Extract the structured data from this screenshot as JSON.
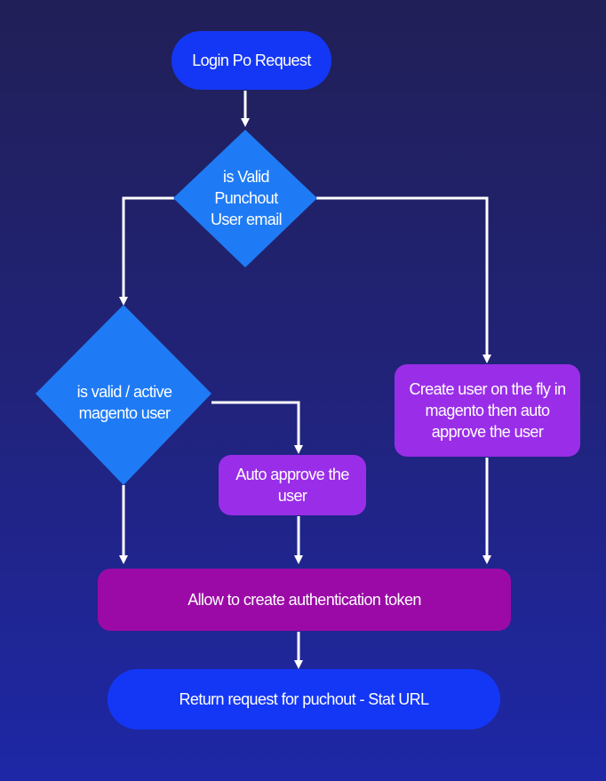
{
  "colors": {
    "background_top": "#211f57",
    "background_bottom": "#1e27a6",
    "start_end": "#1437f5",
    "decision": "#1f7bf5",
    "action": "#9a2ee8",
    "token": "#9b0aa6",
    "connector": "#ffffff"
  },
  "nodes": {
    "start": "Login Po Request",
    "decision_email": "is Valid Punchout User email",
    "decision_magento": "is valid / active magento user",
    "create_user": "Create user on the fly in magento then auto approve the user",
    "auto_approve": "Auto approve the user",
    "allow_token": "Allow to create authentication token",
    "end": "Return request for puchout - Stat URL"
  }
}
